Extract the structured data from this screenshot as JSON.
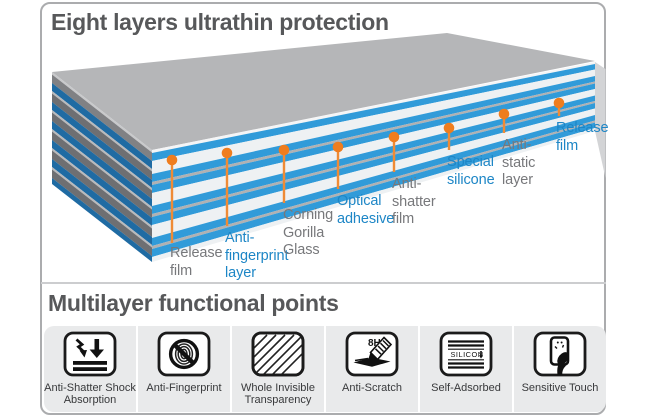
{
  "header": {
    "title": "Eight layers ultrathin protection"
  },
  "section": {
    "title": "Multilayer functional points"
  },
  "diagram": {
    "layers": [
      {
        "label": "Release film",
        "color": "gray"
      },
      {
        "label": "Anti-fingerprint layer",
        "color": "blue"
      },
      {
        "label": "Corning Gorilla Glass",
        "color": "gray"
      },
      {
        "label": "Optical adhesive",
        "color": "blue"
      },
      {
        "label": "Anti-shatter film",
        "color": "gray"
      },
      {
        "label": "Special silicone",
        "color": "blue"
      },
      {
        "label": "Anti-static layer",
        "color": "gray"
      },
      {
        "label": "Release film",
        "color": "blue"
      }
    ]
  },
  "features": {
    "items": [
      {
        "label": "Anti-Shatter Shock Absorption",
        "icon": "anti-shatter-shock-icon"
      },
      {
        "label": "Anti-Fingerprint",
        "icon": "anti-fingerprint-icon"
      },
      {
        "label": "Whole Invisible Transparency",
        "icon": "invisible-transparency-icon"
      },
      {
        "label": "Anti-Scratch",
        "icon": "anti-scratch-icon",
        "icon_text": "8H"
      },
      {
        "label": "Self-Adsorbed",
        "icon": "self-adsorbed-icon",
        "icon_text": "SILICON"
      },
      {
        "label": "Sensitive Touch",
        "icon": "sensitive-touch-icon"
      }
    ]
  },
  "colors": {
    "accent_orange": "#ef7d1e",
    "label_blue": "#1d86c6",
    "label_gray": "#77787b",
    "stack_blue": "#319bd9",
    "stack_top_gray": "#b5b6b8",
    "panel_gray": "#e9eaeb",
    "title_gray": "#57585a"
  }
}
